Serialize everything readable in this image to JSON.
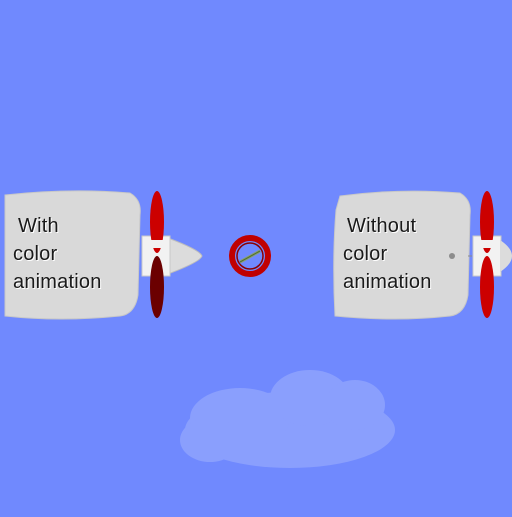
{
  "scene": {
    "sky_color": "#7089fe",
    "cloud_color": "#8fa3fd"
  },
  "left_plane": {
    "banner_lines": [
      "With",
      "color",
      "animation"
    ],
    "propeller_color": "#cc0000",
    "propeller_dark_color": "#6b0000",
    "banner_color": "#d9d9d9"
  },
  "right_plane": {
    "banner_lines": [
      "Without",
      "color",
      "animation"
    ],
    "propeller_color": "#cc0000",
    "banner_color": "#d9d9d9"
  },
  "target": {
    "ring_color": "#c00000",
    "icon": "target-ring-icon"
  }
}
